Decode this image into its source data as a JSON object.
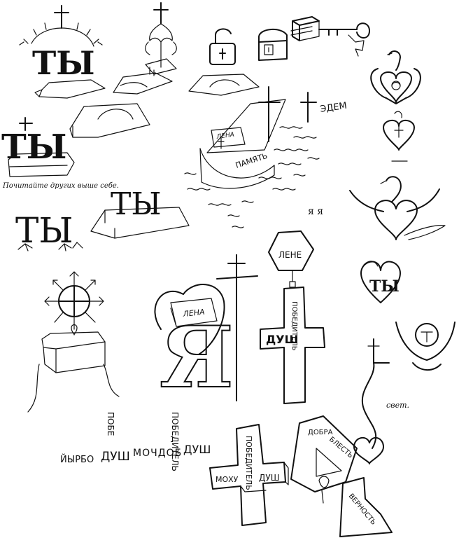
{
  "colors": {
    "ink": "#111111",
    "paper": "#ffffff"
  },
  "symbols": {
    "ty_letters": "ТЫ",
    "ya_letter": "Я",
    "ya_small": "я я"
  },
  "captions": {
    "love_others": "Почитайте других выше себе.",
    "light": "свет."
  },
  "book_labels": {
    "lena_boat": "ЛЕНА",
    "pamyat": "ПАМЯТЬ",
    "eden": "ЭДЕМ",
    "lena_heart": "ЛЕНА",
    "lene_medal": "ЛЕНЕ"
  },
  "cross_medal": {
    "vertical": "ПОБЕДИТЕЛЬ",
    "horizontal": "ДУШ"
  },
  "crossword": {
    "row_left": "ЙЫРБО",
    "row_dush": "ДУШ",
    "row_middle": "МОЧДОБ",
    "row_dush2": "ДУШ",
    "col1": "ПОБЕ",
    "col2": "ПОБЕДИТЕЛЬ"
  },
  "stone_cross": {
    "vertical": "ПОБЕДИТЕЛЬ",
    "horizontal_left": "МОХУ",
    "horizontal_right": "ДУШ"
  },
  "triangle": {
    "word_down": "ДОБРА",
    "word_right": "БЛЕСТЬ"
  },
  "vernost": {
    "word": "ВЕРНОСТЬ"
  }
}
